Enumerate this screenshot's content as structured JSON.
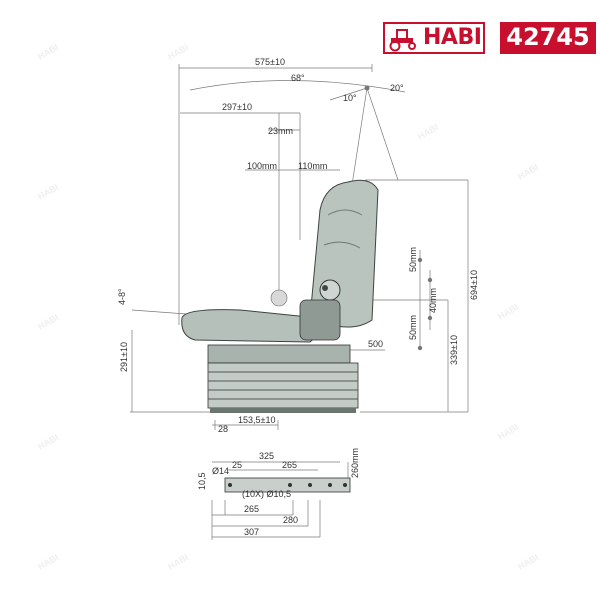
{
  "brand": {
    "logo_text": "HABI",
    "product_code": "42745",
    "accent": "#c8102e",
    "watermark_text": "HABI"
  },
  "dims": {
    "overall_width": "575±10",
    "angle_68": "68°",
    "angle_20": "20°",
    "angle_10": "10°",
    "fore_aft": "297±10",
    "d23": "23mm",
    "d100": "100mm",
    "d110": "110mm",
    "tilt": "4-8°",
    "seat_h": "291±10",
    "cushion_h": "339±10",
    "total_h": "694±10",
    "d50a": "50mm",
    "d40": "40mm",
    "d50b": "50mm",
    "d500": "500",
    "d153": "153,5±10",
    "d28": "28",
    "base_325": "325",
    "base_25": "25",
    "base_265a": "265",
    "base_260": "260mm",
    "base_phi14": "Ø14",
    "base_10_5": "10,5",
    "base_holes": "(10X) Ø10,5",
    "base_265b": "265",
    "base_280": "280",
    "base_307": "307"
  }
}
